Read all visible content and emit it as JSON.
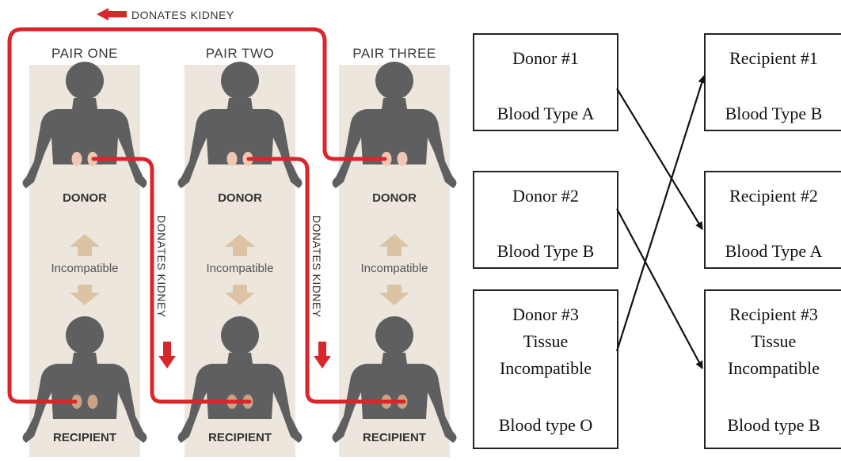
{
  "left": {
    "pairs": [
      {
        "title": "PAIR ONE",
        "donor": "DONOR",
        "recipient": "RECIPIENT",
        "status": "Incompatible"
      },
      {
        "title": "PAIR TWO",
        "donor": "DONOR",
        "recipient": "RECIPIENT",
        "status": "Incompatible"
      },
      {
        "title": "PAIR THREE",
        "donor": "DONOR",
        "recipient": "RECIPIENT",
        "status": "Incompatible"
      }
    ],
    "donates_label": "DONATES KIDNEY",
    "colors": {
      "chain": "#d9262b",
      "body": "#5f5f61",
      "kidney": "#f2c7b2",
      "kidney_recipient": "#c9a383",
      "panel": "#ece6dc",
      "arrow": "#dcc3a4"
    }
  },
  "right": {
    "donors": [
      {
        "name": "Donor #1",
        "detail": "",
        "blood": "Blood Type A"
      },
      {
        "name": "Donor #2",
        "detail": "",
        "blood": "Blood Type B"
      },
      {
        "name": "Donor #3",
        "detail_1": "Tissue",
        "detail_2": "Incompatible",
        "blood": "Blood type O"
      }
    ],
    "recipients": [
      {
        "name": "Recipient #1",
        "blood": "Blood Type B"
      },
      {
        "name": "Recipient #2",
        "blood": "Blood Type A"
      },
      {
        "name": "Recipient #3",
        "detail_1": "Tissue",
        "detail_2": "Incompatible",
        "blood": "Blood type B"
      }
    ],
    "links": [
      {
        "from": "Donor #1",
        "to": "Recipient #2"
      },
      {
        "from": "Donor #2",
        "to": "Recipient #3"
      },
      {
        "from": "Donor #3",
        "to": "Recipient #1"
      }
    ]
  }
}
